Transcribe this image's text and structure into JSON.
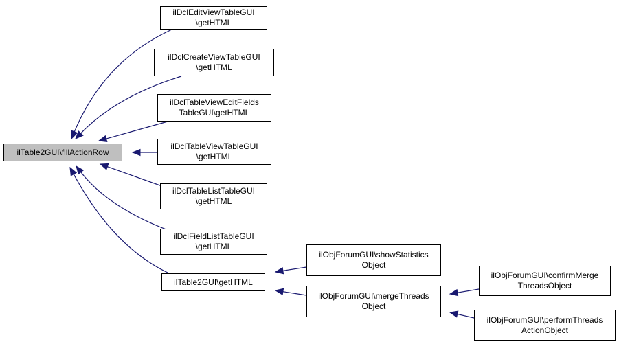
{
  "colors": {
    "edge": "#191970",
    "root_fill": "#bfbfbf",
    "node_fill": "#ffffff",
    "border": "#000000"
  },
  "nodes": [
    {
      "id": "n0",
      "lines": [
        "ilTable2GUI\\fillActionRow"
      ],
      "root": true
    },
    {
      "id": "n1",
      "lines": [
        "ilDclEditViewTableGUI",
        "\\getHTML"
      ]
    },
    {
      "id": "n2",
      "lines": [
        "ilDclCreateViewTableGUI",
        "\\getHTML"
      ]
    },
    {
      "id": "n3",
      "lines": [
        "ilDclTableViewEditFields",
        "TableGUI\\getHTML"
      ]
    },
    {
      "id": "n4",
      "lines": [
        "ilDclTableViewTableGUI",
        "\\getHTML"
      ]
    },
    {
      "id": "n5",
      "lines": [
        "ilDclTableListTableGUI",
        "\\getHTML"
      ]
    },
    {
      "id": "n6",
      "lines": [
        "ilDclFieldListTableGUI",
        "\\getHTML"
      ]
    },
    {
      "id": "n7",
      "lines": [
        "ilTable2GUI\\getHTML"
      ]
    },
    {
      "id": "n8",
      "lines": [
        "ilObjForumGUI\\showStatistics",
        "Object"
      ]
    },
    {
      "id": "n9",
      "lines": [
        "ilObjForumGUI\\mergeThreads",
        "Object"
      ]
    },
    {
      "id": "n10",
      "lines": [
        "ilObjForumGUI\\confirmMerge",
        "ThreadsObject"
      ]
    },
    {
      "id": "n11",
      "lines": [
        "ilObjForumGUI\\performThreads",
        "ActionObject"
      ]
    }
  ],
  "edges": [
    {
      "from": "n1",
      "to": "n0"
    },
    {
      "from": "n2",
      "to": "n0"
    },
    {
      "from": "n3",
      "to": "n0"
    },
    {
      "from": "n4",
      "to": "n0"
    },
    {
      "from": "n5",
      "to": "n0"
    },
    {
      "from": "n6",
      "to": "n0"
    },
    {
      "from": "n7",
      "to": "n0"
    },
    {
      "from": "n8",
      "to": "n7"
    },
    {
      "from": "n9",
      "to": "n7"
    },
    {
      "from": "n10",
      "to": "n9"
    },
    {
      "from": "n11",
      "to": "n9"
    }
  ]
}
